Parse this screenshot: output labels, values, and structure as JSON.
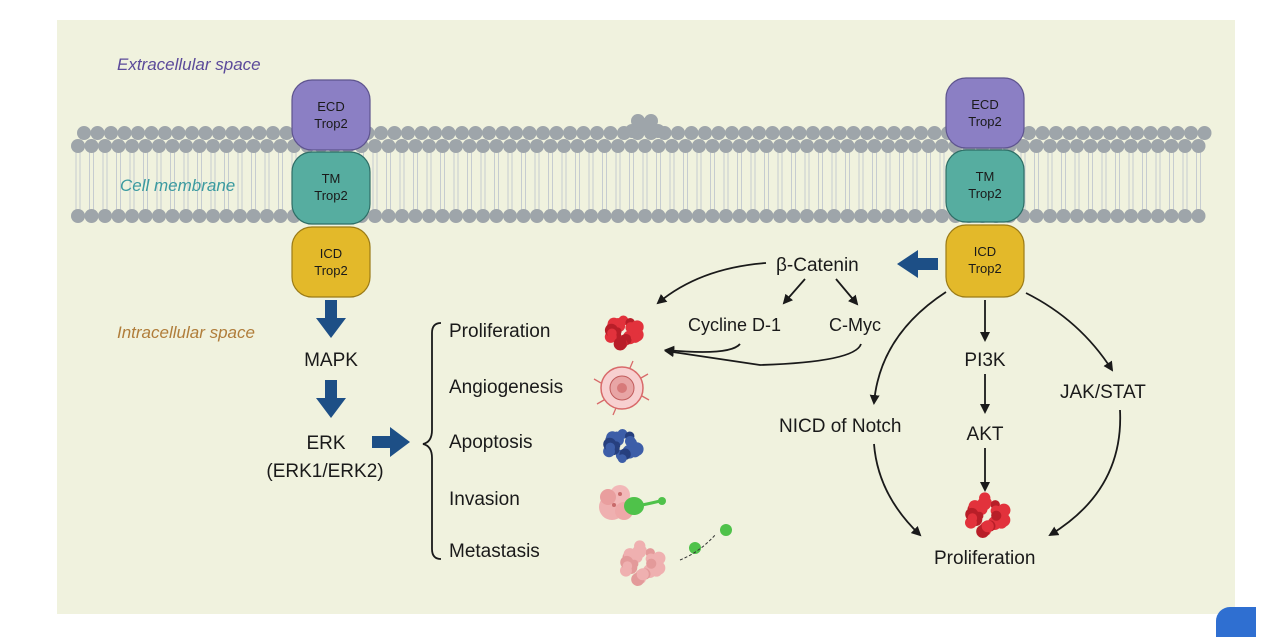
{
  "colors": {
    "background": "#f0f2de",
    "membrane_head": "#9ea5aa",
    "ecd": "#8b7fc4",
    "tm": "#56ada0",
    "icd": "#e3b92a",
    "arrow_blue": "#1d4f86",
    "extracellular_text": "#5b4a9a",
    "membrane_text": "#3b9aa0",
    "intracellular_text": "#b07d3a",
    "cell_red": "#e2323c",
    "cell_blue": "#3d5ea8",
    "cell_green": "#4fc24a",
    "cell_pink": "#efb0b0"
  },
  "regions": {
    "extracellular": "Extracellular space",
    "membrane": "Cell membrane",
    "intracellular": "Intracellular space"
  },
  "receptor_left": {
    "ecd": [
      "ECD",
      "Trop2"
    ],
    "tm": [
      "TM",
      "Trop2"
    ],
    "icd": [
      "ICD",
      "Trop2"
    ]
  },
  "receptor_right": {
    "ecd": [
      "ECD",
      "Trop2"
    ],
    "tm": [
      "TM",
      "Trop2"
    ],
    "icd": [
      "ICD",
      "Trop2"
    ]
  },
  "left_path": {
    "mapk": "MAPK",
    "erk": "ERK",
    "erk_sub": "(ERK1/ERK2)"
  },
  "outcomes": [
    {
      "label": "Proliferation",
      "icon": "red-cell-cluster-icon"
    },
    {
      "label": "Angiogenesis",
      "icon": "vessel-cell-icon"
    },
    {
      "label": "Apoptosis",
      "icon": "apoptotic-cell-icon"
    },
    {
      "label": "Invasion",
      "icon": "invading-cell-icon"
    },
    {
      "label": "Metastasis",
      "icon": "metastasis-cells-icon"
    }
  ],
  "right_path": {
    "catenin": "β-Catenin",
    "cycline": "Cycline D-1",
    "cmyc": "C-Myc",
    "pi3k": "PI3K",
    "akt": "AKT",
    "jakstat": "JAK/STAT",
    "notch": "NICD of Notch",
    "proliferation": "Proliferation"
  }
}
